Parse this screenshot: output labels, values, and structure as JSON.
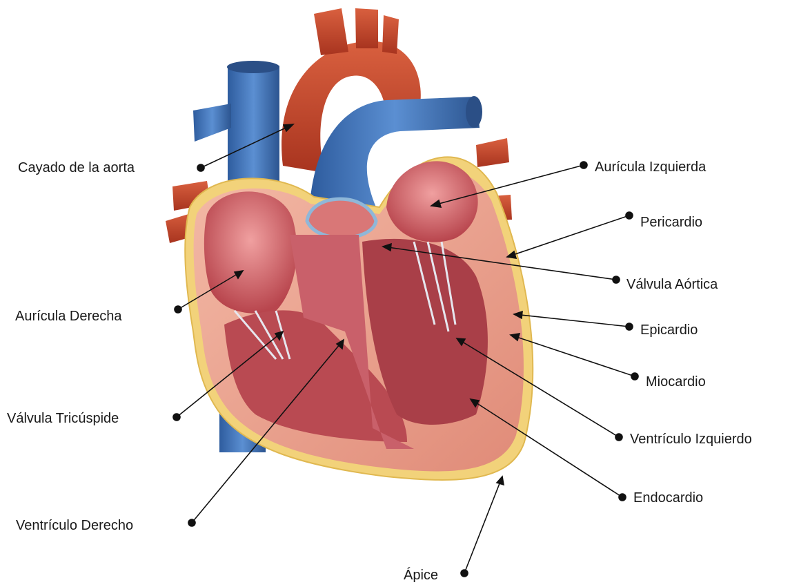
{
  "labels": {
    "cayado": "Cayado de la aorta",
    "auricula_izq": "Aurícula Izquierda",
    "pericardio": "Pericardio",
    "valvula_aortica": "Válvula Aórtica",
    "auricula_der": "Aurícula Derecha",
    "epicardio": "Epicardio",
    "miocardio": "Miocardio",
    "valvula_tricuspide": "Válvula Tricúspide",
    "ventriculo_izq": "Ventrículo Izquierdo",
    "endocardio": "Endocardio",
    "ventriculo_der": "Ventrículo Derecho",
    "apice": "Ápice"
  },
  "colors": {
    "vein_blue": "#3f6fb5",
    "artery_red": "#c9472c",
    "muscle_pink": "#e39a8c",
    "chamber_red": "#c9525a",
    "fat_yellow": "#f2d27a"
  }
}
